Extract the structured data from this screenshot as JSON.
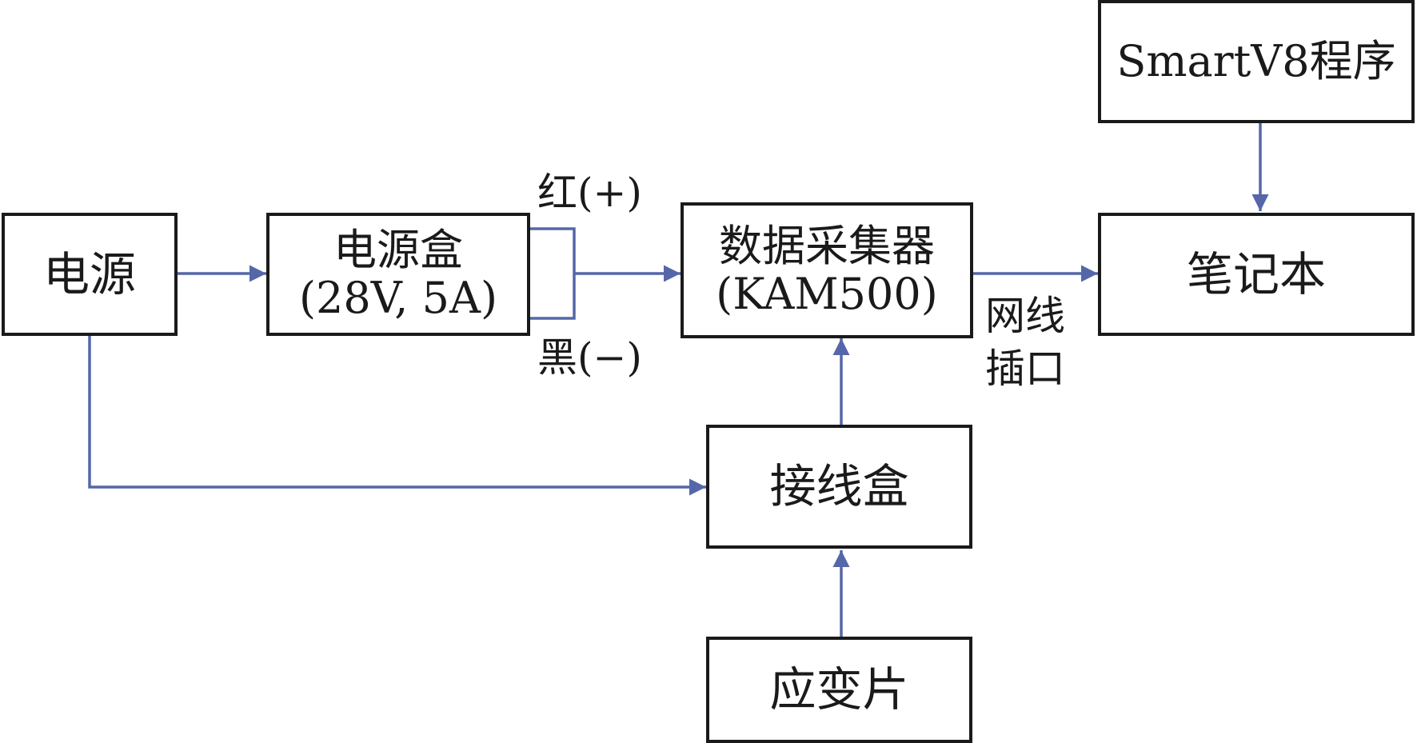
{
  "nodes": {
    "power": {
      "label": "电源"
    },
    "power_box": {
      "line1": "电源盒",
      "line2": "(28V, 5A)"
    },
    "daq": {
      "line1": "数据采集器",
      "line2": "(KAM500)"
    },
    "laptop": {
      "label": "笔记本"
    },
    "smartv8": {
      "label": "SmartV8程序"
    },
    "junction_box": {
      "label": "接线盒"
    },
    "strain_gauge": {
      "label": "应变片"
    }
  },
  "labels": {
    "red_wire": "红(+)",
    "black_wire": "黑(−)",
    "network_port_line1": "网线",
    "network_port_line2": "插口"
  },
  "edges": [
    {
      "from": "电源",
      "to": "电源盒"
    },
    {
      "from": "电源盒",
      "to": "数据采集器"
    },
    {
      "from": "数据采集器",
      "to": "笔记本"
    },
    {
      "from": "SmartV8程序",
      "to": "笔记本"
    },
    {
      "from": "电源",
      "to": "接线盒"
    },
    {
      "from": "接线盒",
      "to": "数据采集器"
    },
    {
      "from": "应变片",
      "to": "接线盒"
    }
  ],
  "colors": {
    "arrow": "#5567a8",
    "box_border": "#1a1a1a"
  }
}
